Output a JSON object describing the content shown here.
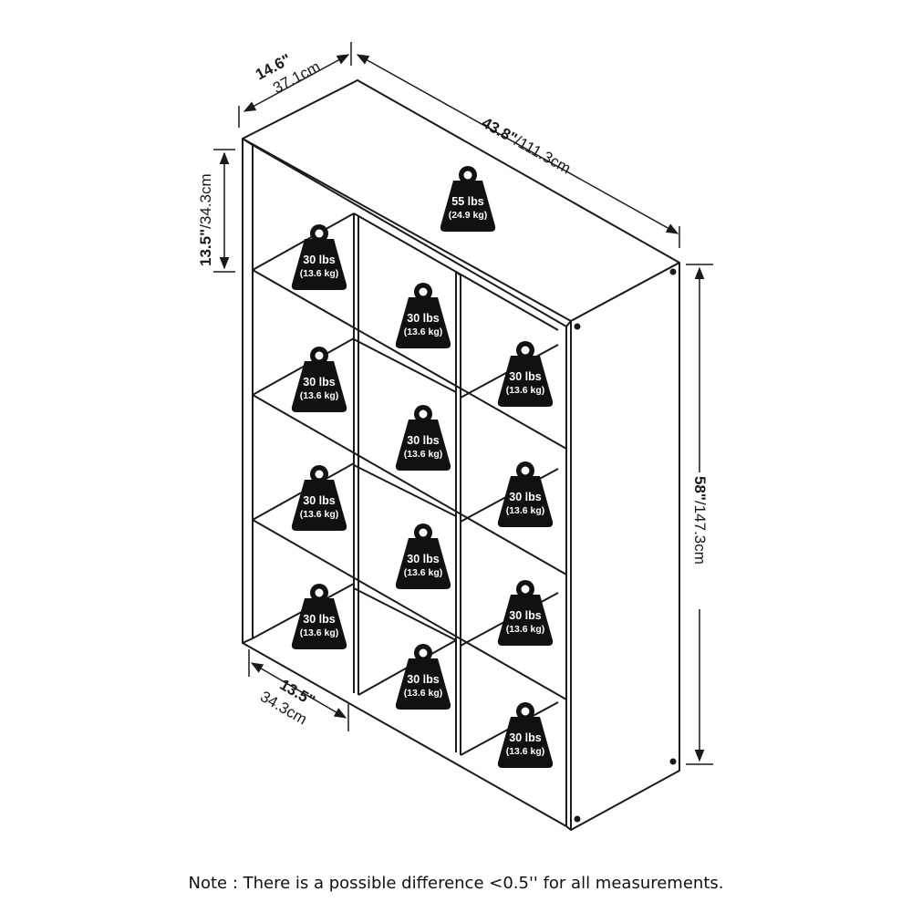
{
  "dimensions": {
    "depth": {
      "in": "14.6\"",
      "cm": "37.1cm"
    },
    "width": {
      "in": "43.8\"",
      "cm": "/111.3cm"
    },
    "cube_height": {
      "in": "13.5\"",
      "cm": "/34.3cm"
    },
    "height": {
      "in": "58\"",
      "cm": "/147.3cm"
    },
    "cube_width": {
      "in": "13.5\"",
      "cm": "34.3cm"
    }
  },
  "weights": {
    "top": {
      "lbs": "55 lbs",
      "kg": "(24.9 kg)"
    },
    "cube": {
      "lbs": "30 lbs",
      "kg": "(13.6 kg)"
    }
  },
  "note": "Note : There is a possible difference <0.5'' for all measurements."
}
